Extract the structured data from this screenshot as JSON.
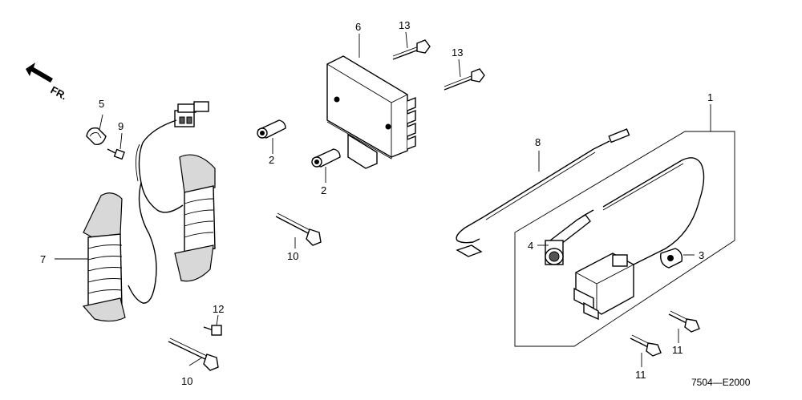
{
  "direction_label": "FR.",
  "footer_code": "7504—E2000",
  "callouts": {
    "c1": "1",
    "c2a": "2",
    "c2b": "2",
    "c3": "3",
    "c4": "4",
    "c5": "5",
    "c6": "6",
    "c7": "7",
    "c8": "8",
    "c9": "9",
    "c10a": "10",
    "c10b": "10",
    "c11a": "11",
    "c11b": "11",
    "c12": "12",
    "c13a": "13",
    "c13b": "13"
  }
}
